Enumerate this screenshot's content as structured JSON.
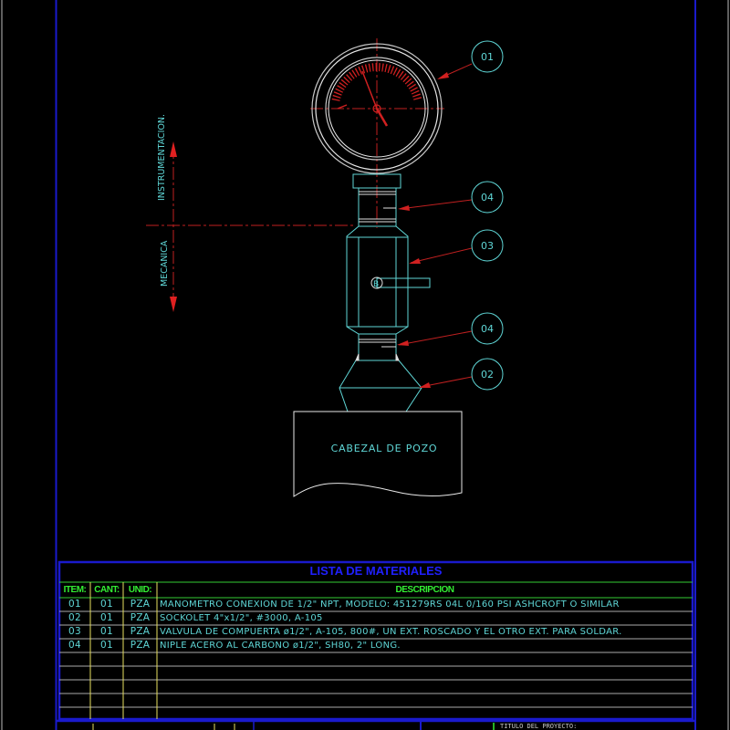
{
  "drawing": {
    "side_labels": {
      "upper": "INSTRUMENTACION.",
      "lower": "MECANICA"
    },
    "component_label": "CABEZAL DE POZO",
    "callouts": [
      {
        "id": "01",
        "target": "manometro"
      },
      {
        "id": "04",
        "target": "niple-superior"
      },
      {
        "id": "03",
        "target": "valvula"
      },
      {
        "id": "04",
        "target": "niple-inferior"
      },
      {
        "id": "02",
        "target": "sockolet"
      }
    ],
    "valve_mark": "B",
    "colors": {
      "background": "#000000",
      "border_blue": "#1a1acc",
      "geometry_cyan": "#5fd6d6",
      "centerline_red": "#d02020",
      "outline_white": "#e0e0e0",
      "table_green": "#33ee33",
      "table_yellow": "#e8e060"
    }
  },
  "materials_table": {
    "title": "LISTA DE MATERIALES",
    "headers": {
      "item": "ITEM:",
      "cant": "CANT:",
      "unid": "UNID:",
      "descripcion": "DESCRIPCION"
    },
    "rows": [
      {
        "item": "01",
        "cant": "01",
        "unid": "PZA",
        "descripcion": "MANOMETRO CONEXION DE 1/2\" NPT, MODELO: 451279RS 04L 0/160 PSI ASHCROFT O SIMILAR"
      },
      {
        "item": "02",
        "cant": "01",
        "unid": "PZA",
        "descripcion": "SOCKOLET 4\"x1/2\", #3000, A-105"
      },
      {
        "item": "03",
        "cant": "01",
        "unid": "PZA",
        "descripcion": "VALVULA DE COMPUERTA ø1/2\", A-105, 800#, UN EXT. ROSCADO Y EL OTRO EXT. PARA SOLDAR."
      },
      {
        "item": "04",
        "cant": "01",
        "unid": "PZA",
        "descripcion": "NIPLE ACERO AL CARBONO ø1/2\", SH80, 2\" LONG."
      }
    ]
  },
  "title_block": {
    "project_title_label": "TITULO DEL PROYECTO:"
  }
}
